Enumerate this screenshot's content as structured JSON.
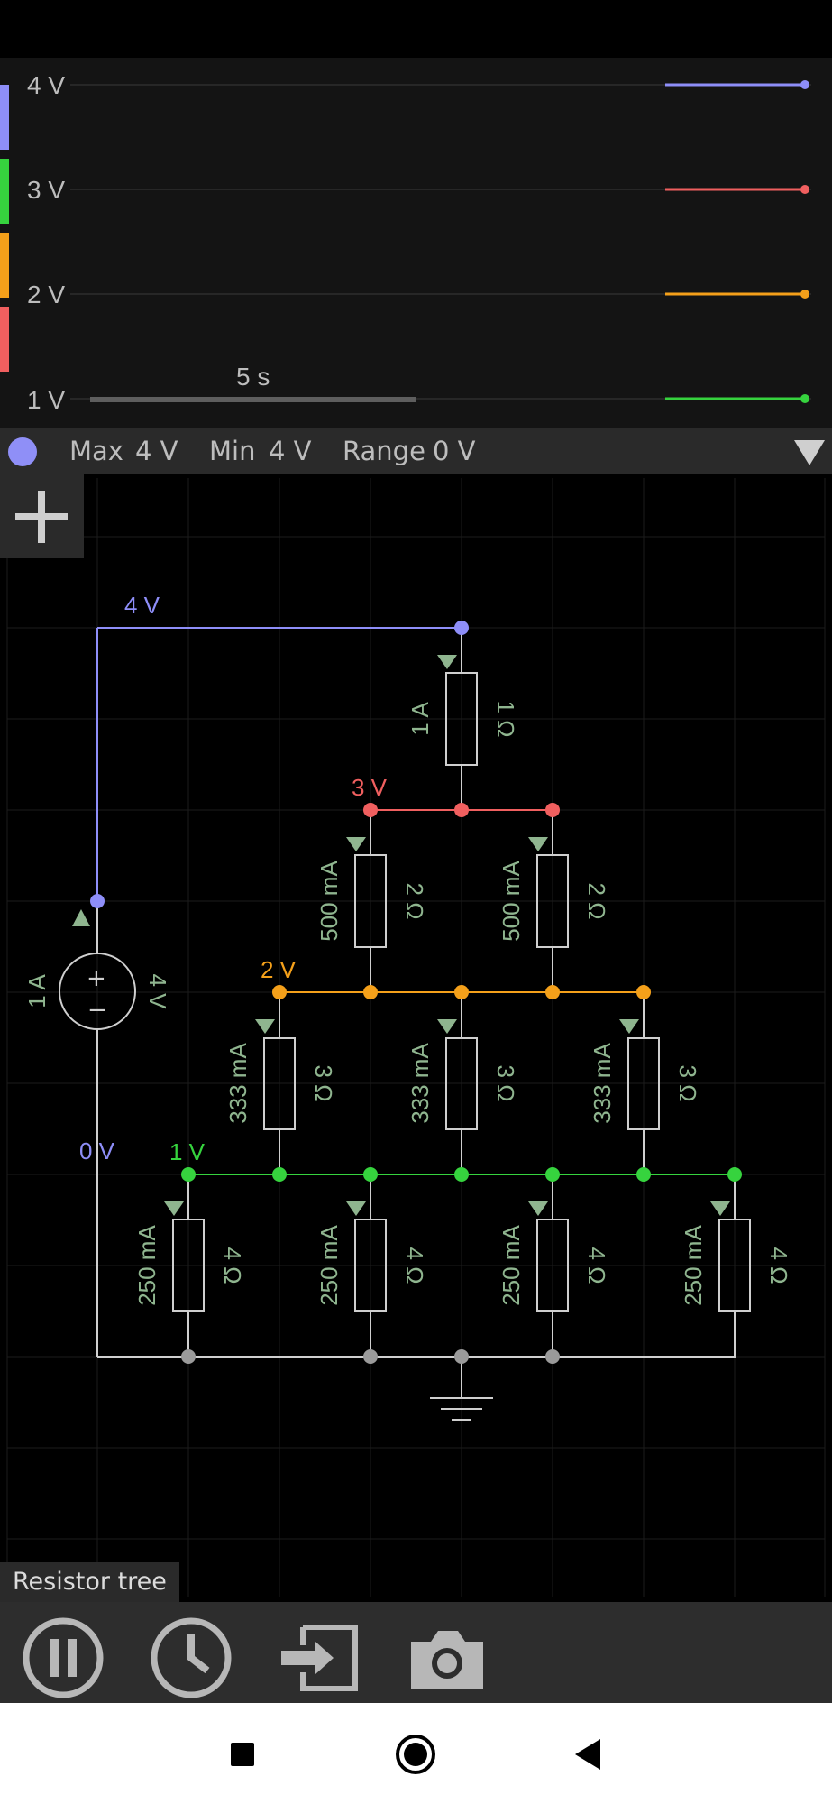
{
  "scope": {
    "y_labels": [
      "4 V",
      "3 V",
      "2 V",
      "1 V"
    ],
    "time_label": "5 s",
    "traces": [
      {
        "color": "#8e8ef8",
        "voltage": "4 V"
      },
      {
        "color": "#f05f5f",
        "voltage": "3 V"
      },
      {
        "color": "#f4a01a",
        "voltage": "2 V"
      },
      {
        "color": "#36d33e",
        "voltage": "1 V"
      }
    ],
    "side_colors": [
      "#8e8ef8",
      "#36d33e",
      "#f4a01a",
      "#f05f5f"
    ],
    "info": {
      "max_label": "Max",
      "max_value": "4 V",
      "min_label": "Min",
      "min_value": "4 V",
      "range_label": "Range",
      "range_value": "0 V"
    }
  },
  "circuit": {
    "title": "Resistor tree",
    "node_labels": {
      "n4v": "4 V",
      "n3v": "3 V",
      "n2v": "2 V",
      "n1v": "1 V",
      "n0v": "0 V"
    },
    "source": {
      "current": "1 A",
      "voltage": "4 V"
    },
    "resistors": [
      {
        "current": "1 A",
        "resistance": "1 Ω"
      },
      {
        "current": "500 mA",
        "resistance": "2 Ω"
      },
      {
        "current": "500 mA",
        "resistance": "2 Ω"
      },
      {
        "current": "333 mA",
        "resistance": "3 Ω"
      },
      {
        "current": "333 mA",
        "resistance": "3 Ω"
      },
      {
        "current": "333 mA",
        "resistance": "3 Ω"
      },
      {
        "current": "250 mA",
        "resistance": "4 Ω"
      },
      {
        "current": "250 mA",
        "resistance": "4 Ω"
      },
      {
        "current": "250 mA",
        "resistance": "4 Ω"
      },
      {
        "current": "250 mA",
        "resistance": "4 Ω"
      }
    ],
    "colors": {
      "v4": "#8e8ef8",
      "v3": "#f05f5f",
      "v2": "#f4a01a",
      "v1": "#36d33e",
      "v0": "#9a9a9a",
      "current": "#8fb58f"
    }
  },
  "toolbar": {
    "icons": [
      "pause-icon",
      "clock-icon",
      "import-icon",
      "camera-icon"
    ]
  },
  "nav": {
    "icons": [
      "recent-apps-icon",
      "home-icon",
      "back-icon"
    ]
  }
}
